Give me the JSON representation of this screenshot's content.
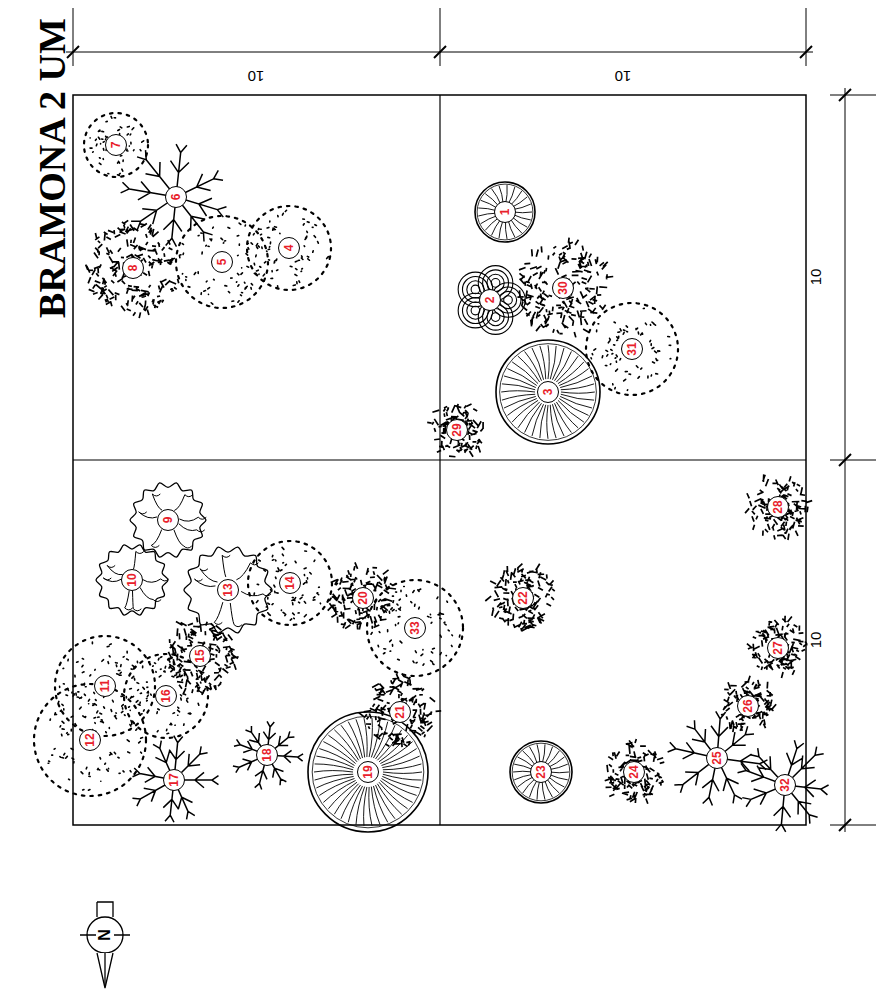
{
  "diagram": {
    "title": "BRAMONA 2 UM",
    "labels": [
      "10",
      "10",
      "10",
      "10",
      "1",
      "2",
      "3",
      "4",
      "5",
      "6",
      "7",
      "8",
      "9",
      "10",
      "11",
      "12",
      "13",
      "14",
      "15",
      "16",
      "17",
      "18",
      "19",
      "20",
      "21",
      "22",
      "23",
      "24",
      "25",
      "26",
      "27",
      "28",
      "29",
      "30",
      "31",
      "32",
      "33",
      "N"
    ]
  }
}
